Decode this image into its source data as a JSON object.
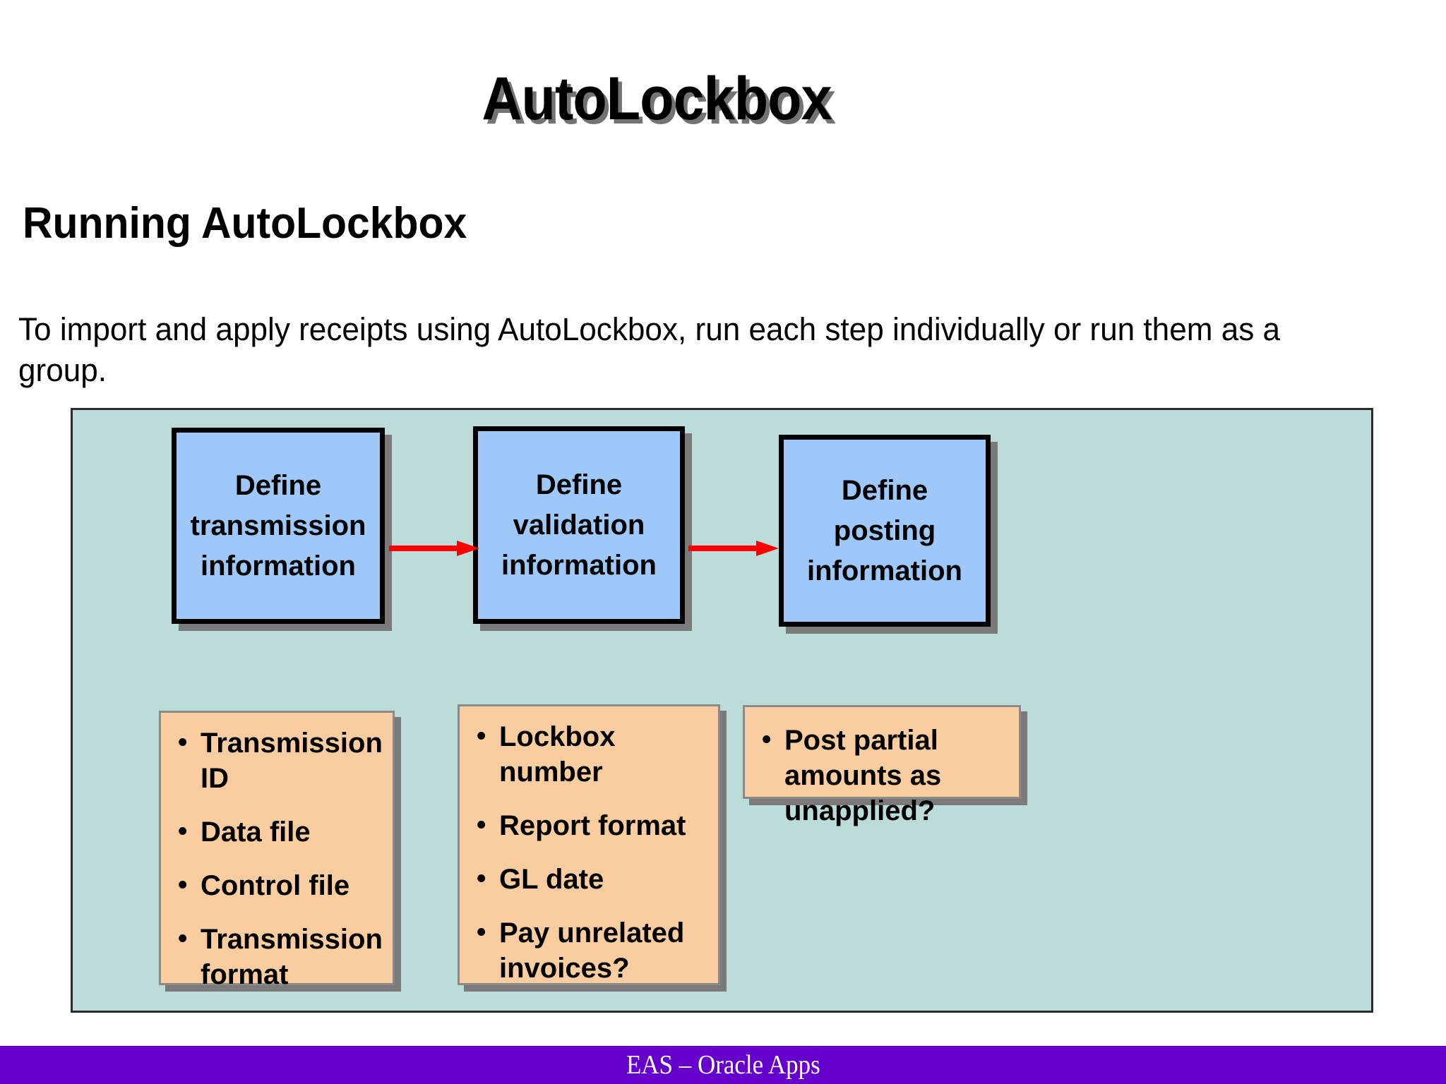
{
  "slide": {
    "title": "AutoLockbox",
    "heading": "Running AutoLockbox",
    "body": "To import and apply receipts using AutoLockbox, run each step individually or run them as a group."
  },
  "diagram": {
    "background_color": "#BCDCDA",
    "step_fill_color": "#9EC8F8",
    "detail_fill_color": "#FACDA0",
    "arrow_color": "#FF0000",
    "steps": [
      {
        "label": "Define transmission information"
      },
      {
        "label": "Define validation information"
      },
      {
        "label": "Define posting information"
      }
    ],
    "arrows": [
      {
        "name": "arrow-step1-to-step2"
      },
      {
        "name": "arrow-step2-to-step3"
      }
    ],
    "details": [
      {
        "items": [
          "Transmission ID",
          "Data file",
          "Control file",
          "Transmission format"
        ]
      },
      {
        "items": [
          "Lockbox number",
          "Report format",
          "GL date",
          "Pay unrelated invoices?"
        ]
      },
      {
        "items": [
          "Post partial amounts as unapplied?"
        ]
      }
    ]
  },
  "footer": {
    "text": "EAS – Oracle Apps",
    "background_color": "#6600CC"
  }
}
